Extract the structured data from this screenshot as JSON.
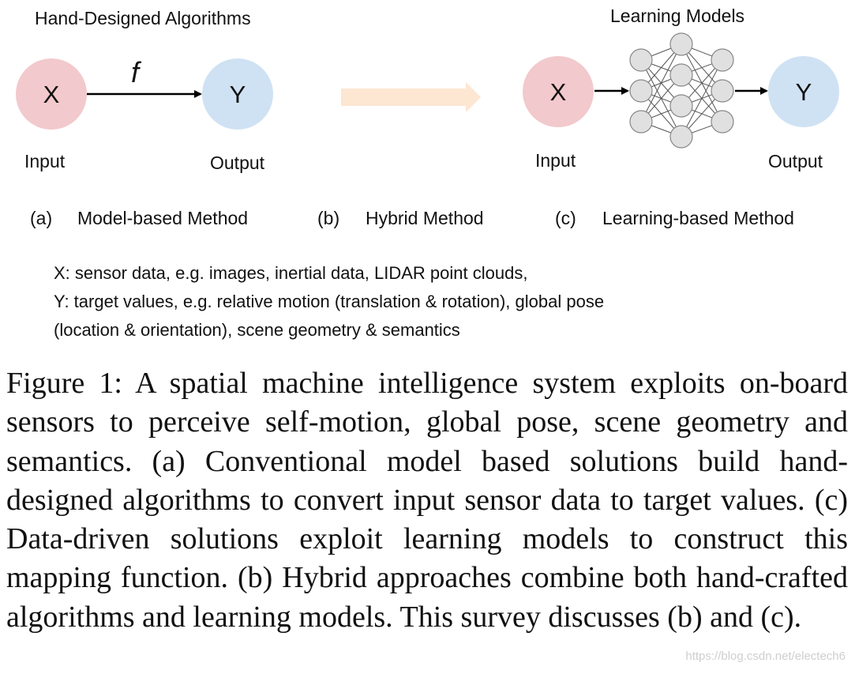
{
  "left_panel": {
    "title": "Hand-Designed Algorithms",
    "node_x": "X",
    "node_y": "Y",
    "function_label": "f",
    "input_label": "Input",
    "output_label": "Output"
  },
  "right_panel": {
    "title": "Learning Models",
    "node_x": "X",
    "node_y": "Y",
    "input_label": "Input",
    "output_label": "Output"
  },
  "subfigures": [
    {
      "tag": "(a)",
      "label": "Model-based Method"
    },
    {
      "tag": "(b)",
      "label": "Hybrid Method"
    },
    {
      "tag": "(c)",
      "label": "Learning-based Method"
    }
  ],
  "legend": [
    "X: sensor data, e.g. images, inertial data, LIDAR point clouds,",
    "Y: target values, e.g. relative motion (translation & rotation), global pose",
    "(location & orientation), scene geometry & semantics"
  ],
  "caption": "Figure 1: A spatial machine intelligence system exploits on-board sensors to perceive self-motion, global pose, scene geometry and semantics. (a) Conventional model based solutions build hand-designed algorithms to convert input sensor data to target values. (c) Data-driven solutions exploit learning models to construct this mapping function. (b) Hybrid approaches combine both hand-crafted algorithms and learning models. This survey discusses (b) and (c).",
  "watermark": "https://blog.csdn.net/electech6",
  "colors": {
    "input_node": "#f2c9cc",
    "output_node": "#cfe2f3",
    "hybrid_arrow": "#fde6d2",
    "neuron": "#e0e0e0",
    "neuron_stroke": "#888888"
  }
}
